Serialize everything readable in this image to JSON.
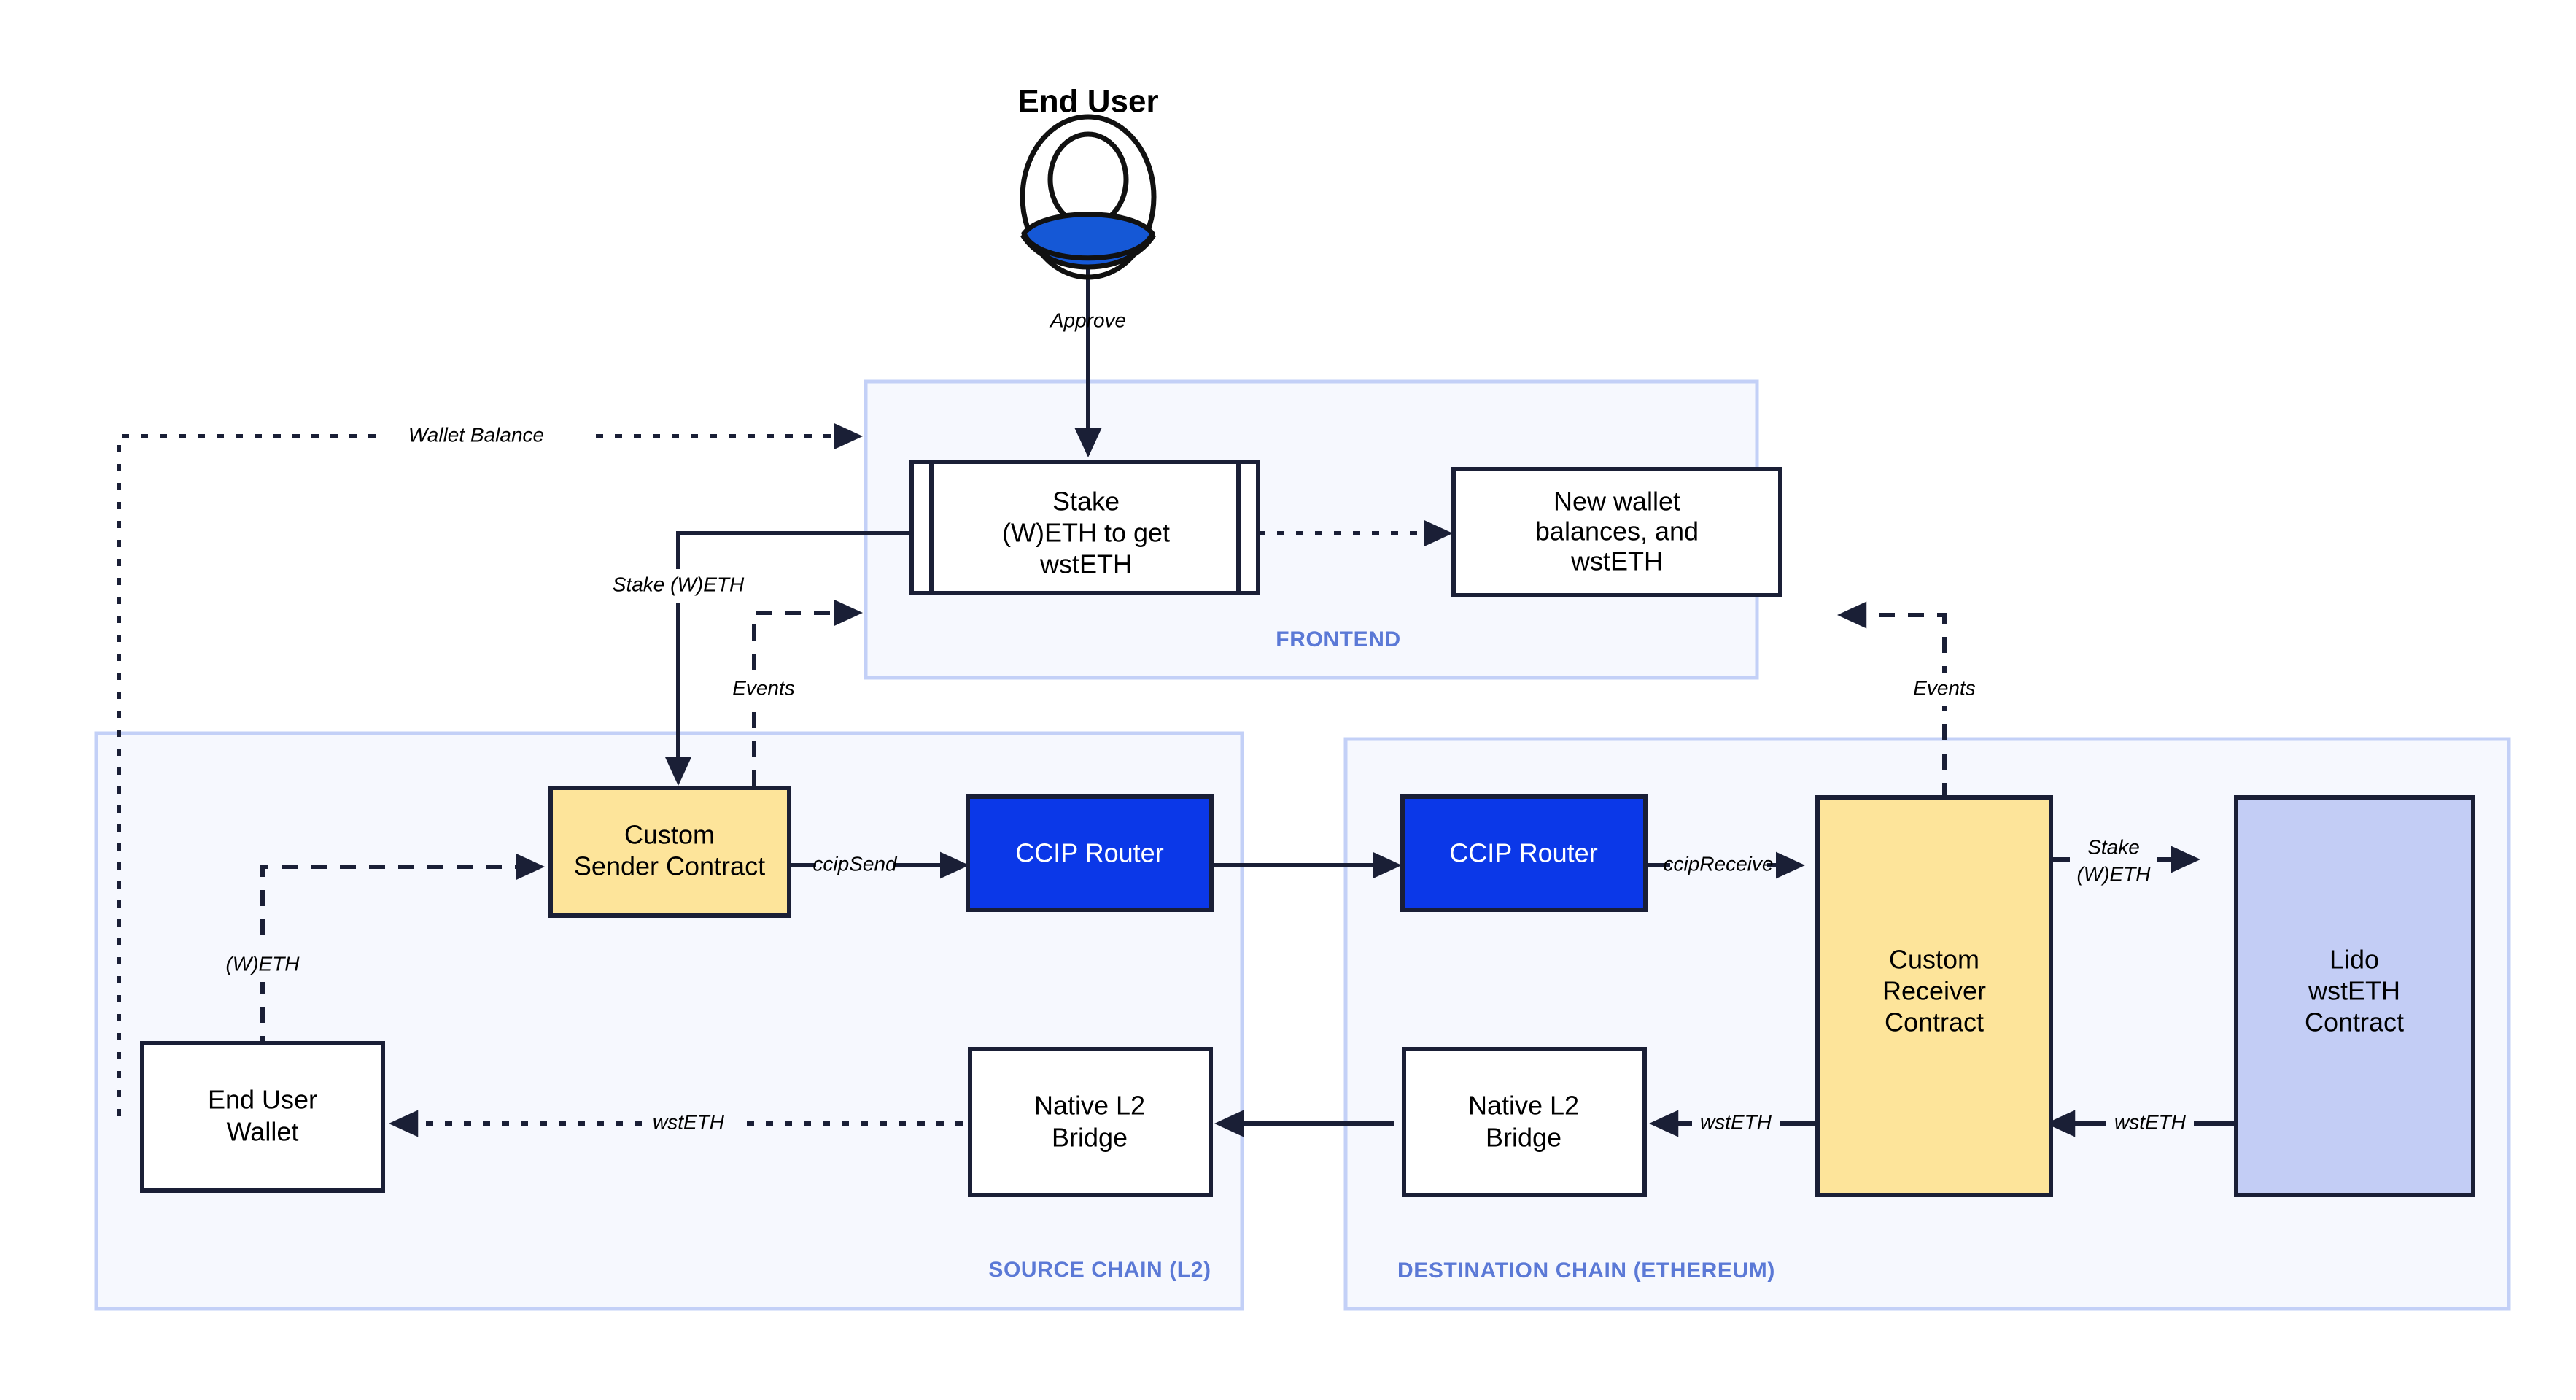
{
  "diagram": {
    "title": "CCIP cross-chain wstETH staking architecture",
    "colors": {
      "region_fill": "#f6f8fe",
      "region_stroke": "#c3d0f7",
      "region_label": "#5b79d6",
      "node_stroke": "#1a1f36",
      "yellow_node": "#fde49a",
      "blue_node": "#0b38e8",
      "lavender_node": "#c3cdf5",
      "actor_accent": "#1558d6"
    }
  },
  "actor": {
    "title": "End User",
    "icon": "user-avatar-icon"
  },
  "regions": [
    {
      "id": "frontend",
      "label": "FRONTEND"
    },
    {
      "id": "source",
      "label": "SOURCE CHAIN (L2)"
    },
    {
      "id": "destination",
      "label": "DESTINATION CHAIN (ETHEREUM)"
    }
  ],
  "nodes": {
    "stake_form": {
      "lines": [
        "Stake",
        "(W)ETH to get",
        "wstETH"
      ],
      "shape": "process",
      "fill": "white"
    },
    "new_balances": {
      "lines": [
        "New wallet",
        "balances, and",
        "wstETH"
      ],
      "shape": "rect",
      "fill": "white"
    },
    "custom_sender": {
      "lines": [
        "Custom",
        "Sender Contract"
      ],
      "shape": "rect",
      "fill": "yellow"
    },
    "ccip_router_source": {
      "lines": [
        "CCIP Router"
      ],
      "shape": "rect",
      "fill": "blue"
    },
    "ccip_router_dest": {
      "lines": [
        "CCIP Router"
      ],
      "shape": "rect",
      "fill": "blue"
    },
    "custom_receiver": {
      "lines": [
        "Custom",
        "Receiver",
        "Contract"
      ],
      "shape": "rect",
      "fill": "yellow"
    },
    "lido_contract": {
      "lines": [
        "Lido",
        "wstETH",
        "Contract"
      ],
      "shape": "rect",
      "fill": "lavender"
    },
    "end_user_wallet": {
      "lines": [
        "End User",
        "Wallet"
      ],
      "shape": "rect",
      "fill": "white"
    },
    "native_bridge_source": {
      "lines": [
        "Native L2",
        "Bridge"
      ],
      "shape": "rect",
      "fill": "white"
    },
    "native_bridge_dest": {
      "lines": [
        "Native L2",
        "Bridge"
      ],
      "shape": "rect",
      "fill": "white"
    }
  },
  "edges": [
    {
      "id": "approve",
      "label": "Approve",
      "style": "solid",
      "from": "end-user",
      "to": "stake_form"
    },
    {
      "id": "wallet-balance",
      "label": "Wallet Balance",
      "style": "dotted",
      "from": "end_user_wallet",
      "to": "frontend"
    },
    {
      "id": "stake-weth",
      "label": "Stake (W)ETH",
      "style": "solid",
      "from": "stake_form",
      "to": "custom_sender"
    },
    {
      "id": "events-source",
      "label": "Events",
      "style": "dashed",
      "from": "custom_sender",
      "to": "frontend"
    },
    {
      "id": "form-to-balances",
      "label": "",
      "style": "dotted",
      "from": "stake_form",
      "to": "new_balances"
    },
    {
      "id": "events-dest",
      "label": "Events",
      "style": "dashed",
      "from": "custom_receiver",
      "to": "new_balances"
    },
    {
      "id": "weth-transfer",
      "label": "(W)ETH",
      "style": "dashed",
      "from": "end_user_wallet",
      "to": "custom_sender"
    },
    {
      "id": "ccip-send",
      "label": "ccipSend",
      "style": "solid",
      "from": "custom_sender",
      "to": "ccip_router_source"
    },
    {
      "id": "ccip-crosschain",
      "label": "",
      "style": "solid",
      "from": "ccip_router_source",
      "to": "ccip_router_dest"
    },
    {
      "id": "ccip-receive",
      "label": "ccipReceive",
      "style": "solid",
      "from": "ccip_router_dest",
      "to": "custom_receiver"
    },
    {
      "id": "stake-weth-lido",
      "label": "Stake\n(W)ETH",
      "style": "solid",
      "from": "custom_receiver",
      "to": "lido_contract"
    },
    {
      "id": "wsteth-lido",
      "label": "wstETH",
      "style": "solid",
      "from": "lido_contract",
      "to": "custom_receiver"
    },
    {
      "id": "wsteth-bridge",
      "label": "wstETH",
      "style": "solid",
      "from": "custom_receiver",
      "to": "native_bridge_dest"
    },
    {
      "id": "bridge-cross",
      "label": "",
      "style": "solid",
      "from": "native_bridge_dest",
      "to": "native_bridge_source"
    },
    {
      "id": "wsteth-wallet",
      "label": "wstETH",
      "style": "dotted",
      "from": "native_bridge_source",
      "to": "end_user_wallet"
    }
  ],
  "edge_labels": {
    "approve": "Approve",
    "wallet_balance": "Wallet Balance",
    "stake_weth": "Stake (W)ETH",
    "events_source": "Events",
    "events_dest": "Events",
    "weth": "(W)ETH",
    "ccip_send": "ccipSend",
    "ccip_receive": "ccipReceive",
    "stake_weth_lido_line1": "Stake",
    "stake_weth_lido_line2": "(W)ETH",
    "wsteth_lido": "wstETH",
    "wsteth_bridge": "wstETH",
    "wsteth_wallet": "wstETH"
  }
}
